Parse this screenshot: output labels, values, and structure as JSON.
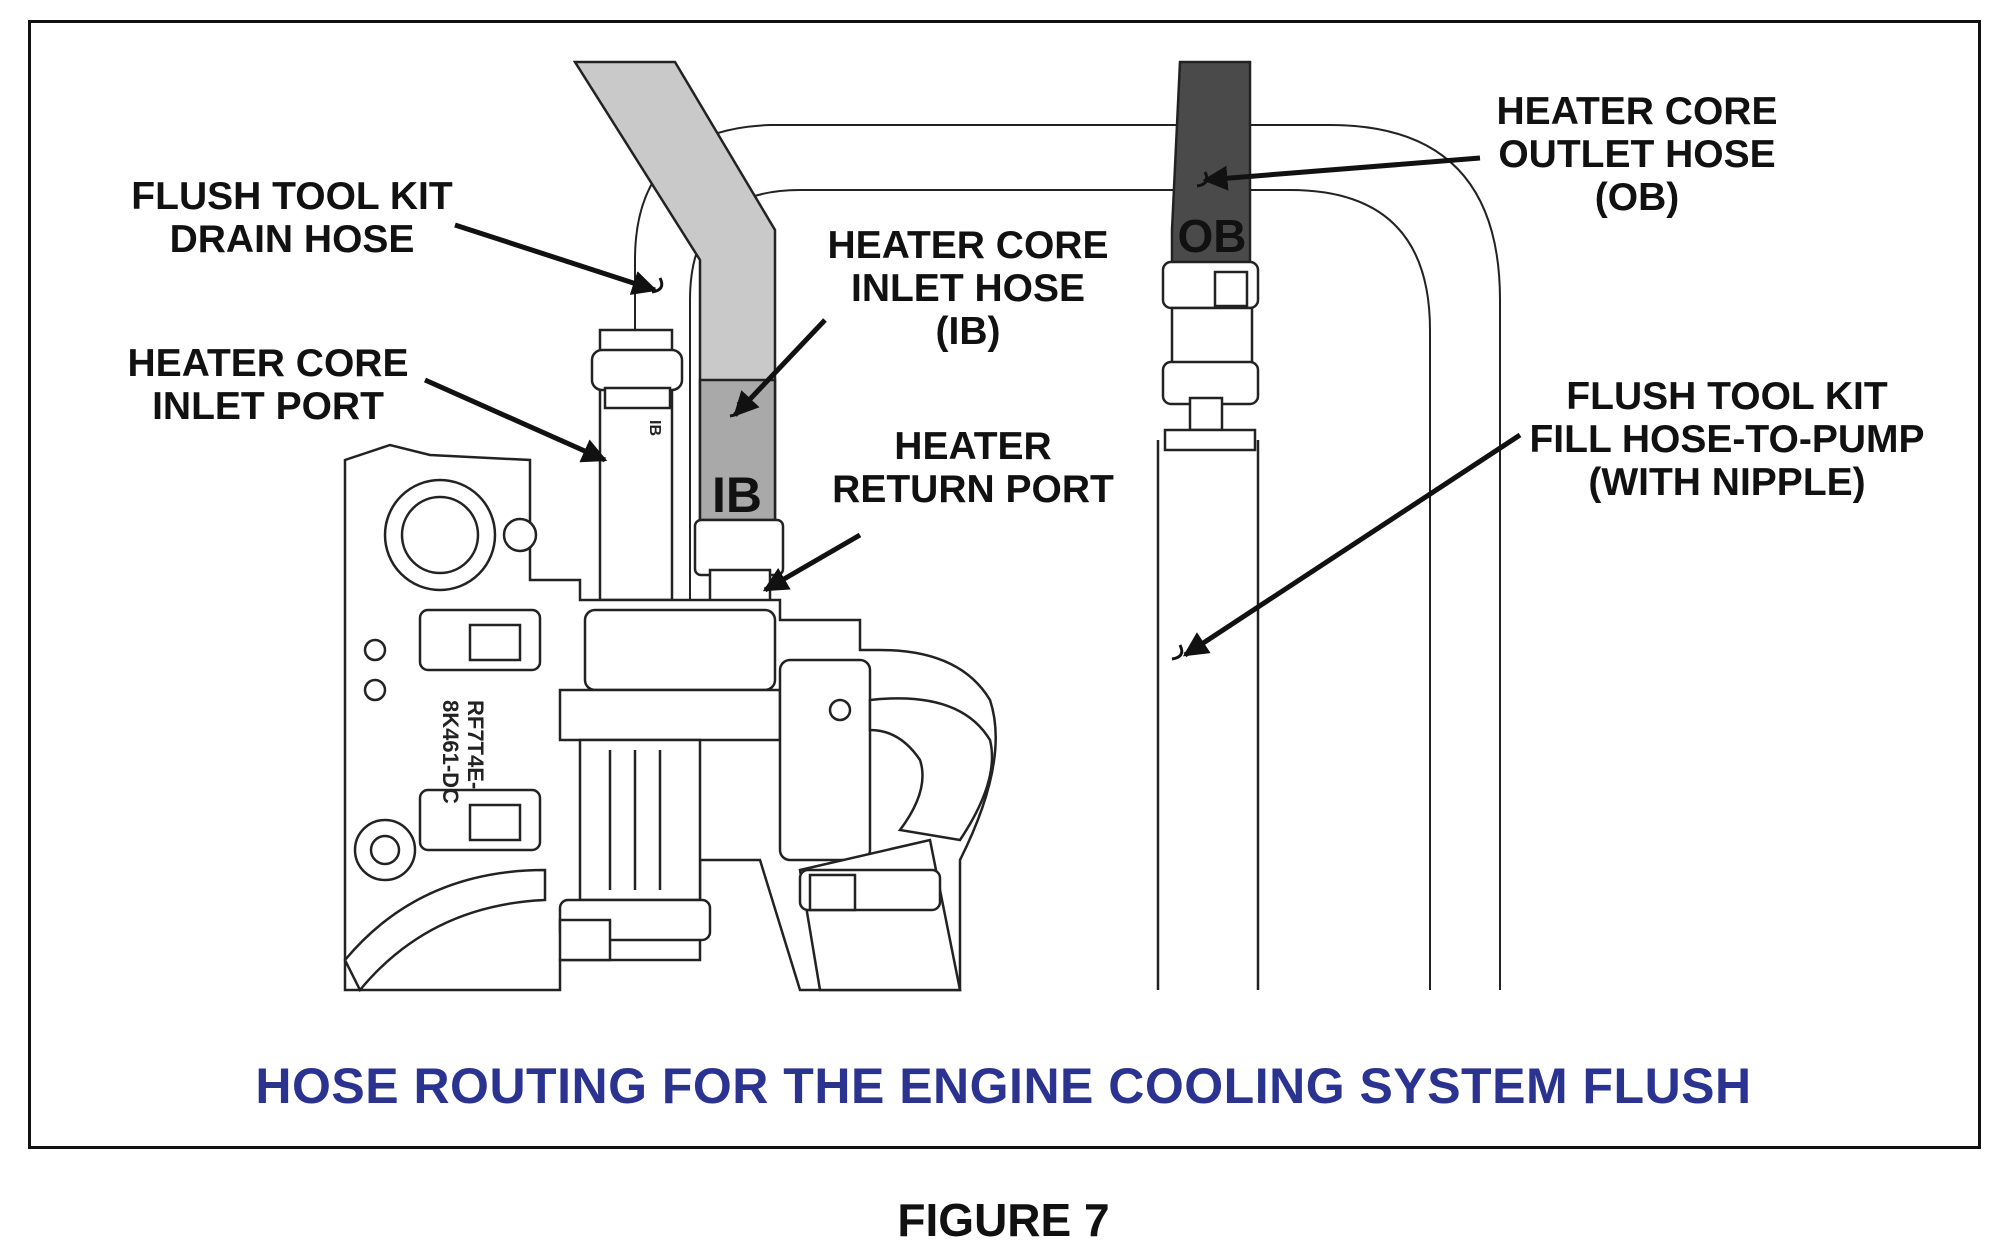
{
  "callouts": {
    "drain_hose": [
      "FLUSH TOOL KIT",
      "DRAIN HOSE"
    ],
    "inlet_port": [
      "HEATER CORE",
      "INLET PORT"
    ],
    "inlet_hose": [
      "HEATER CORE",
      "INLET HOSE",
      "(IB)"
    ],
    "return_port": [
      "HEATER",
      "RETURN PORT"
    ],
    "outlet_hose": [
      "HEATER CORE",
      "OUTLET HOSE",
      "(OB)"
    ],
    "fill_hose": [
      "FLUSH TOOL KIT",
      "FILL HOSE-TO-PUMP",
      "(WITH NIPPLE)"
    ]
  },
  "hose_tags": {
    "ib": "IB",
    "ob": "OB"
  },
  "caption": "HOSE ROUTING FOR THE ENGINE COOLING SYSTEM FLUSH",
  "figure_label": "FIGURE 7",
  "colors": {
    "caption": "#2b3390",
    "ib_hose": "#a9a9a9",
    "ob_hose": "#4a4a4a",
    "drain_hose": "#c9c9c9"
  }
}
